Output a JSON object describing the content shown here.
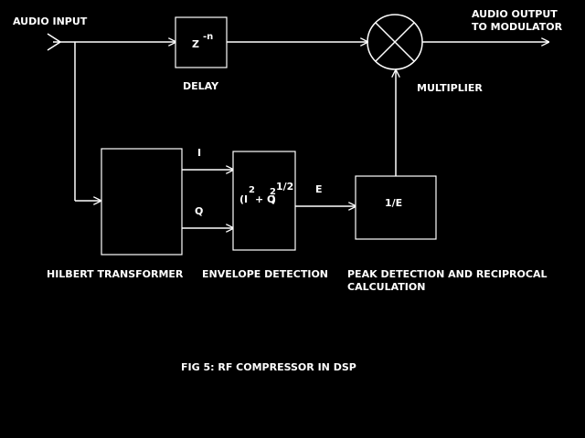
{
  "labels": {
    "audio_input": "AUDIO INPUT",
    "audio_output_line1": "AUDIO OUTPUT",
    "audio_output_line2": "TO MODULATOR",
    "delay_symbol": "Z",
    "delay_exponent": "-n",
    "delay": "DELAY",
    "multiplier": "MULTIPLIER",
    "i_signal": "I",
    "q_signal": "Q",
    "envelope_formula_a": "(I",
    "envelope_formula_sup1": "2",
    "envelope_formula_b": "+ Q",
    "envelope_formula_sup2": "2",
    "envelope_formula_c": ")",
    "envelope_formula_exp": "1/2",
    "e_signal": "E",
    "reciprocal": "1/E",
    "hilbert": "HILBERT TRANSFORMER",
    "envelope": "ENVELOPE DETECTION",
    "peak_line1": "PEAK DETECTION AND RECIPROCAL",
    "peak_line2": "CALCULATION",
    "caption": "FIG 5: RF COMPRESSOR IN DSP"
  }
}
